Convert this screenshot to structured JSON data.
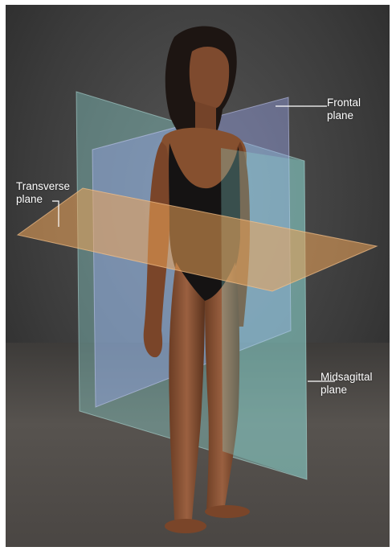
{
  "labels": {
    "frontal": {
      "line1": "Frontal",
      "line2": "plane"
    },
    "transverse": {
      "line1": "Transverse",
      "line2": "plane"
    },
    "midsagittal": {
      "line1": "Midsagittal",
      "line2": "plane"
    }
  },
  "colors": {
    "background_top": "#4a4a4a",
    "background_bottom": "#2c2c2c",
    "floor": "#5d5a57",
    "skin": "#8a5334",
    "skin_shadow": "#5e3520",
    "leotard": "#151313",
    "hair": "#1d1512",
    "frontal_plane": "#9aa6ee",
    "midsagittal_plane": "#8fd9d4",
    "transverse_plane": "#f0a55a",
    "label_text": "#ffffff"
  }
}
